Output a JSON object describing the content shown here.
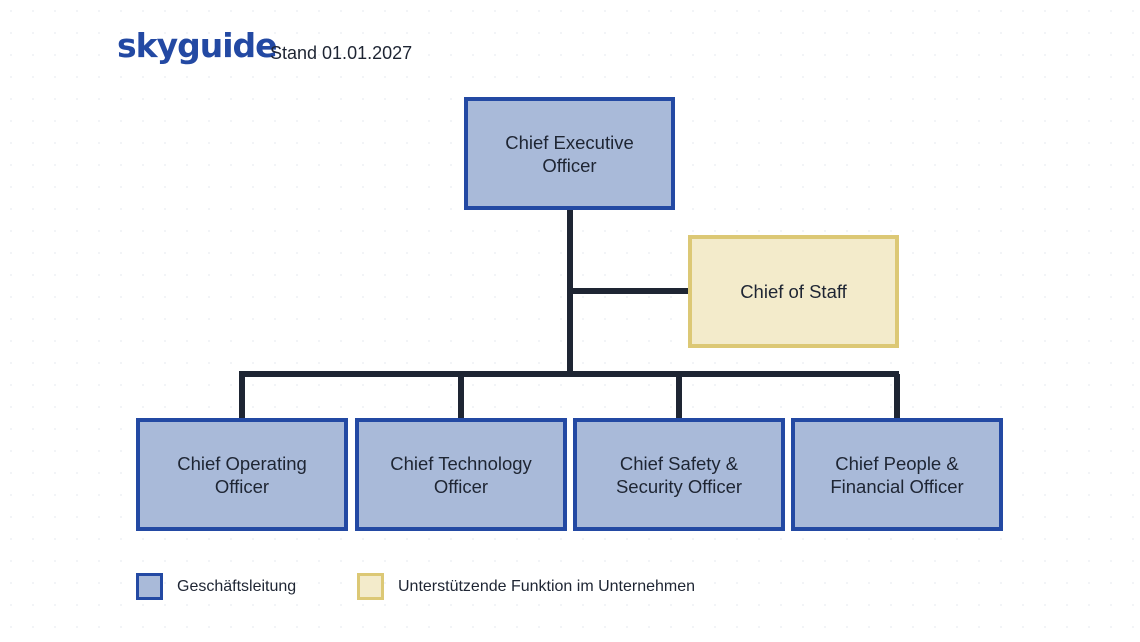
{
  "header": {
    "logo_text": "skyguide",
    "stand_text": "Stand 01.01.2027"
  },
  "org": {
    "ceo": "Chief Executive Officer",
    "chief_of_staff": "Chief of Staff",
    "reports": [
      "Chief Operating Officer",
      "Chief Technology Officer",
      "Chief Safety & Security Officer",
      "Chief People & Financial Officer"
    ]
  },
  "legend": {
    "management": "Geschäftsleitung",
    "support": "Unterstützende Funktion im Unternehmen"
  },
  "colors": {
    "exec_fill": "#a9bad9",
    "exec_border": "#2349a3",
    "support_fill": "#f3ebcb",
    "support_border": "#dcc875",
    "connector": "#1e2533",
    "logo": "#2349a3"
  }
}
